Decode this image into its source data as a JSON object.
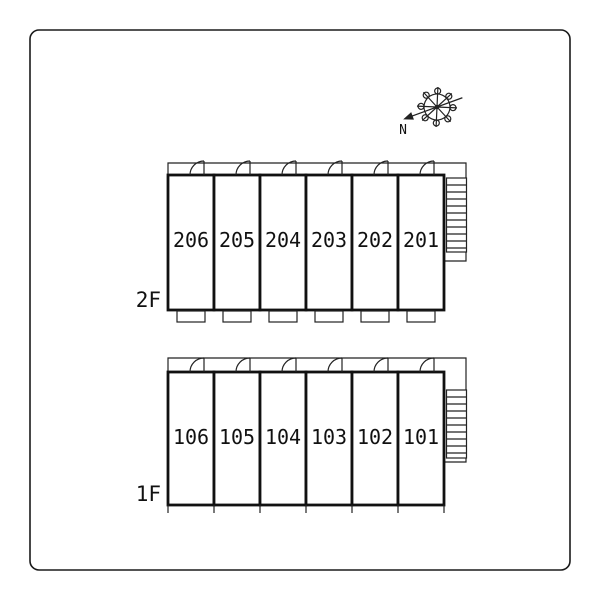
{
  "compass": {
    "label": "N"
  },
  "floors": [
    {
      "label": "2F",
      "units": [
        "206",
        "205",
        "204",
        "203",
        "202",
        "201"
      ]
    },
    {
      "label": "1F",
      "units": [
        "106",
        "105",
        "104",
        "103",
        "102",
        "101"
      ]
    }
  ]
}
